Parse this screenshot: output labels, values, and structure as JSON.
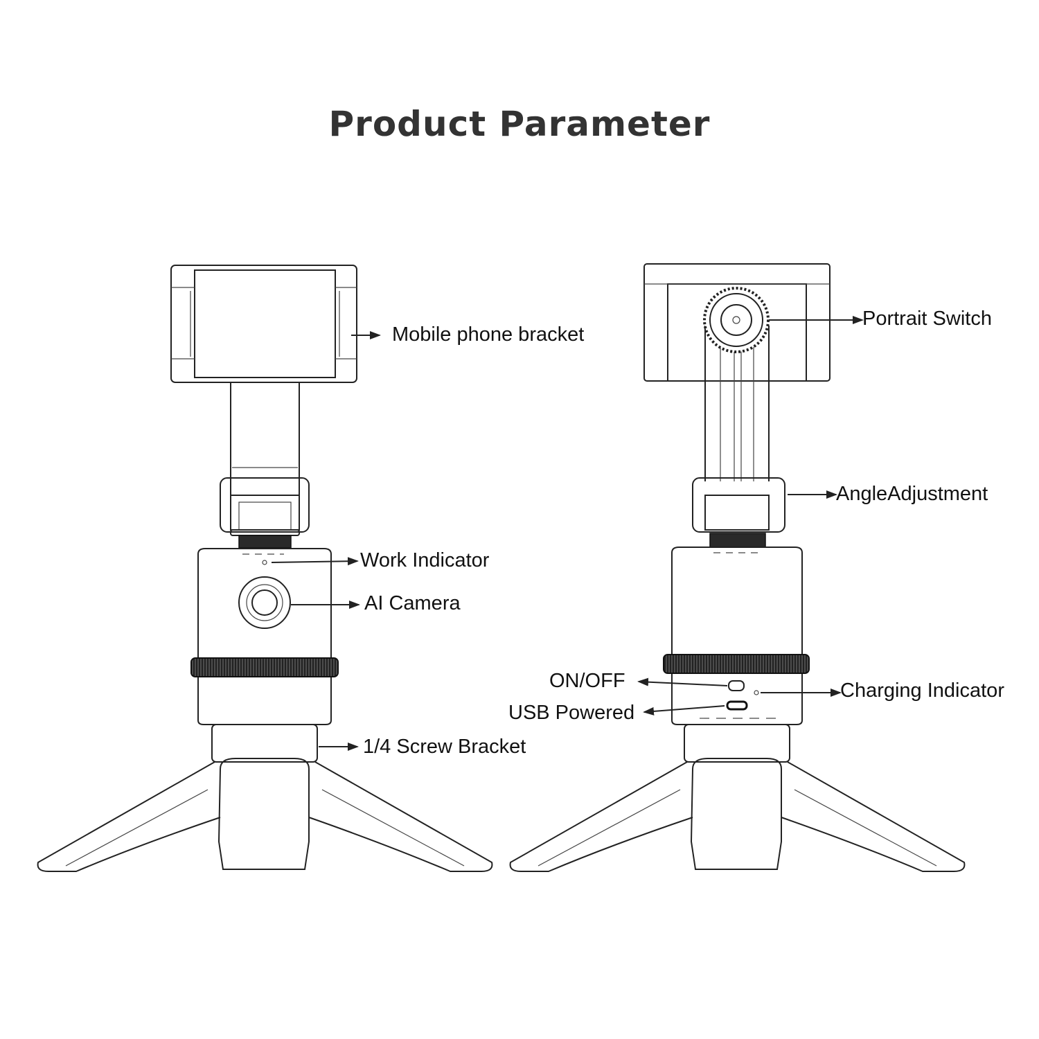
{
  "title": "Product Parameter",
  "front_view": {
    "labels": {
      "bracket": "Mobile phone bracket",
      "work_indicator": "Work Indicator",
      "ai_camera": "AI Camera",
      "screw_bracket": "1/4 Screw Bracket"
    }
  },
  "back_view": {
    "labels": {
      "portrait_switch": "Portrait Switch",
      "angle_adjustment": "AngleAdjustment",
      "on_off": "ON/OFF",
      "usb_powered": "USB Powered",
      "charging_indicator": "Charging Indicator"
    }
  }
}
